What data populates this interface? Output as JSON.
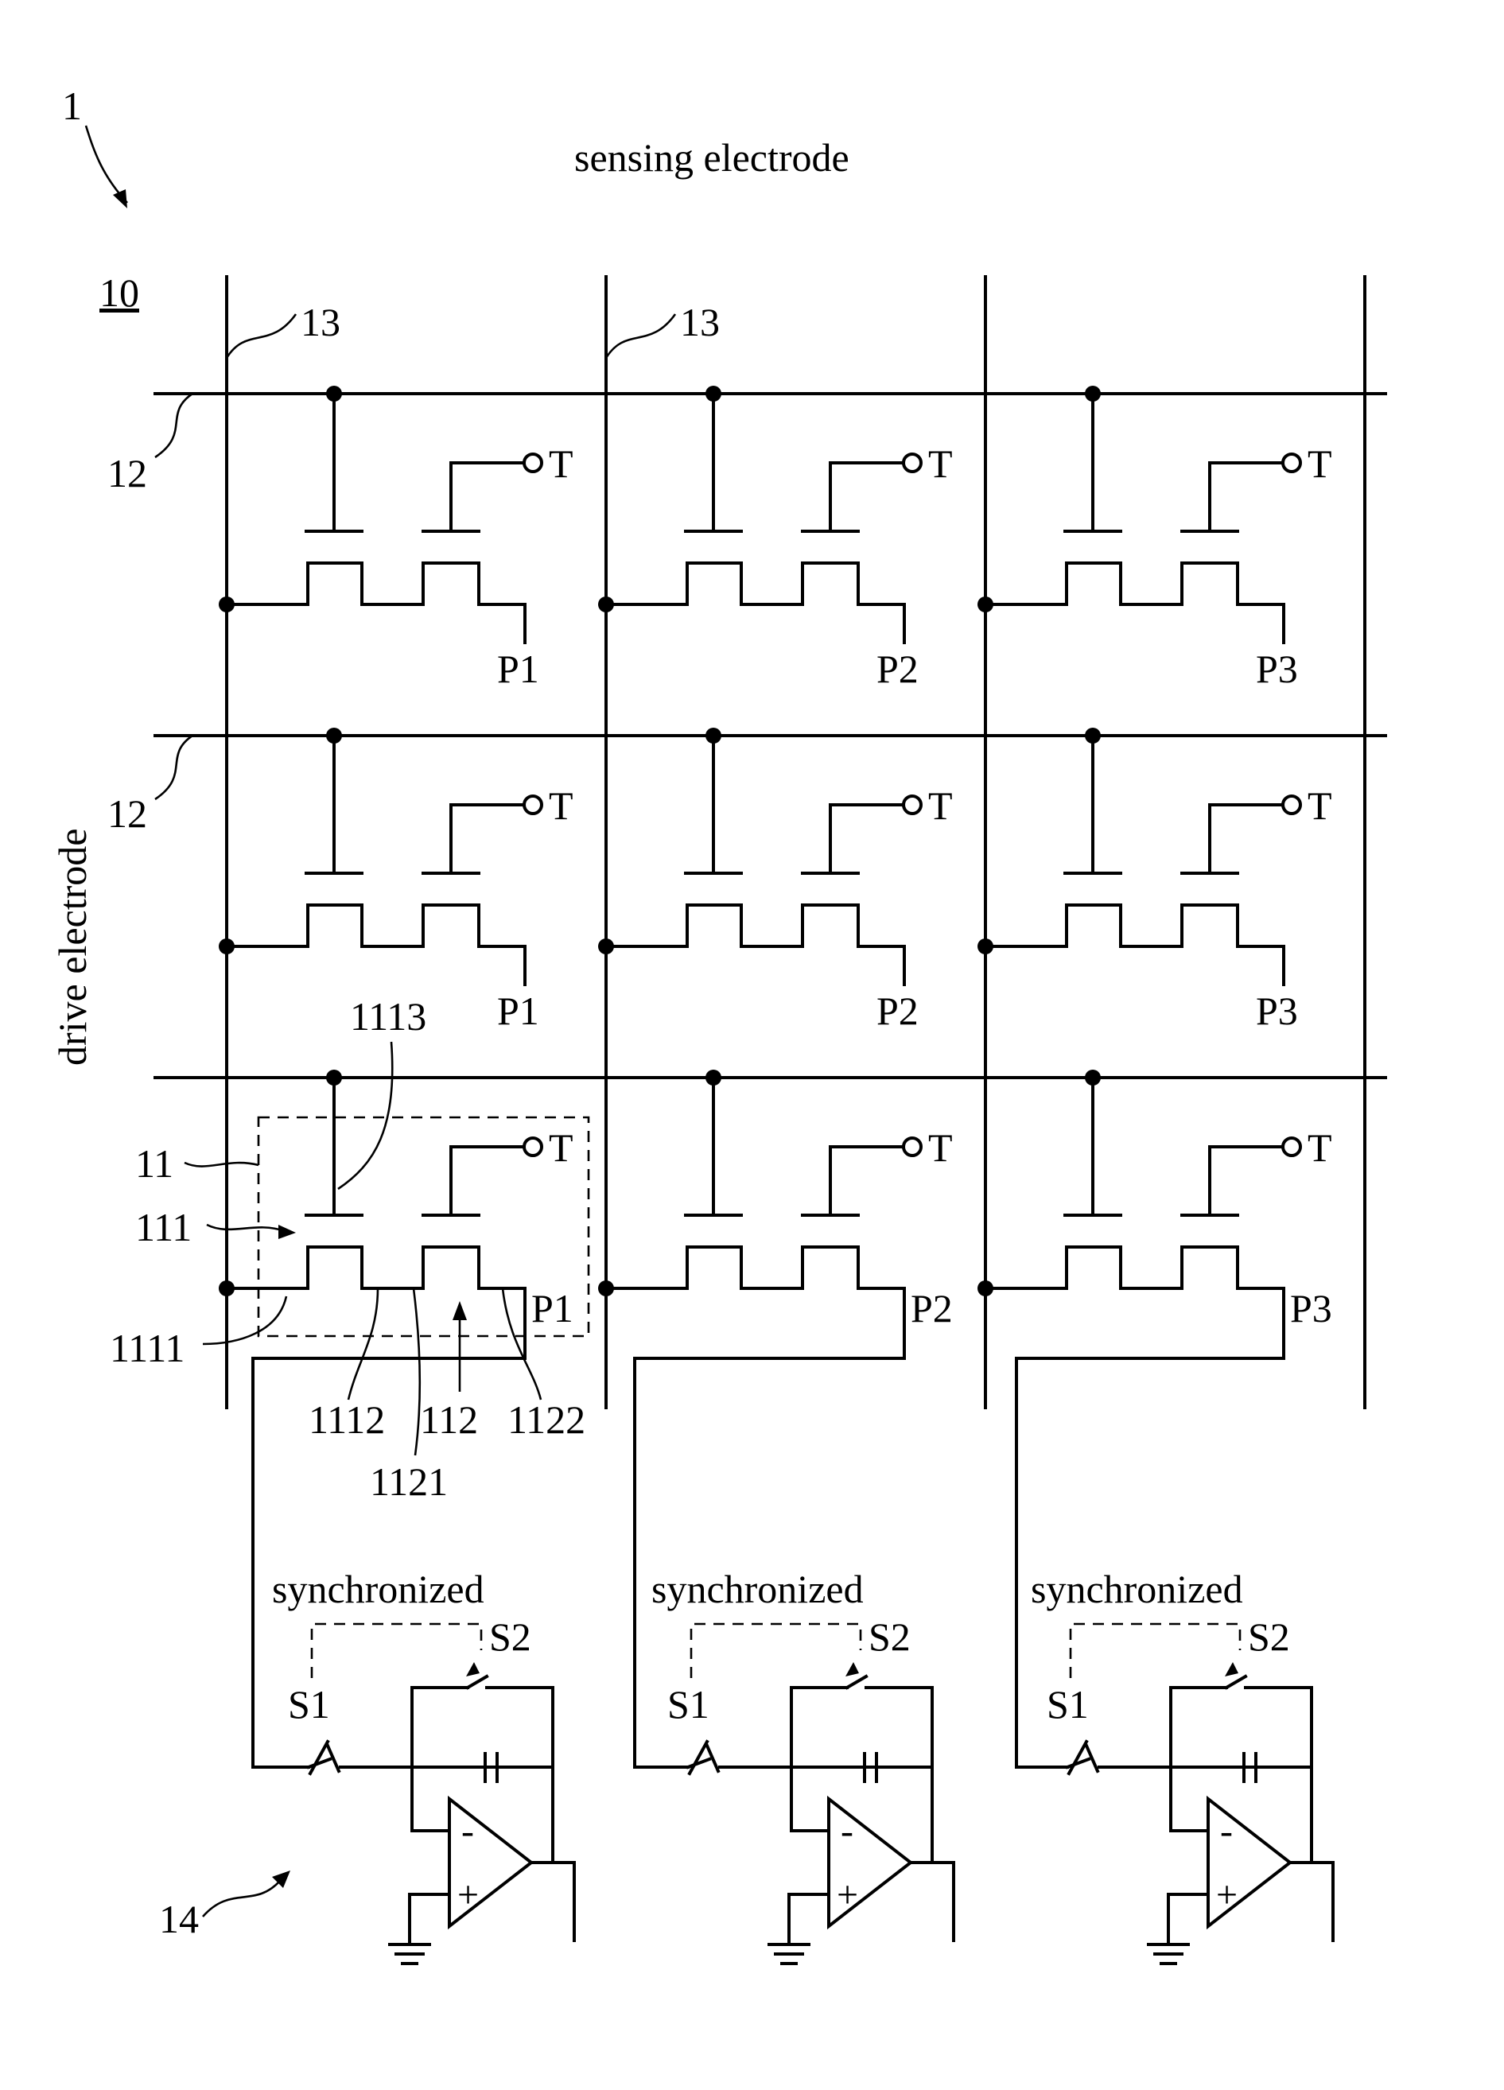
{
  "figure_number": "1",
  "title": "sensing electrode",
  "side_label": "drive electrode",
  "panel_label": "10",
  "refs": {
    "sensing_line": "13",
    "drive_line": "12",
    "pixel_unit": "11",
    "first_transistor": "111",
    "second_transistor": "112",
    "first_source": "1111",
    "first_drain": "1112",
    "first_gate": "1113",
    "second_source": "1121",
    "second_drain": "1122",
    "readout_circuit": "14"
  },
  "pixel_rows": [
    {
      "terminal": "T",
      "outputs": [
        "P1",
        "P2",
        "P3"
      ]
    },
    {
      "terminal": "T",
      "outputs": [
        "P1",
        "P2",
        "P3"
      ]
    },
    {
      "terminal": "T",
      "outputs": [
        "P1",
        "P2",
        "P3"
      ]
    }
  ],
  "integrators": [
    {
      "sync_label": "synchronized",
      "switch1": "S1",
      "switch2": "S2",
      "minus": "-",
      "plus": "+"
    },
    {
      "sync_label": "synchronized",
      "switch1": "S1",
      "switch2": "S2",
      "minus": "-",
      "plus": "+"
    },
    {
      "sync_label": "synchronized",
      "switch1": "S1",
      "switch2": "S2",
      "minus": "-",
      "plus": "+"
    }
  ]
}
